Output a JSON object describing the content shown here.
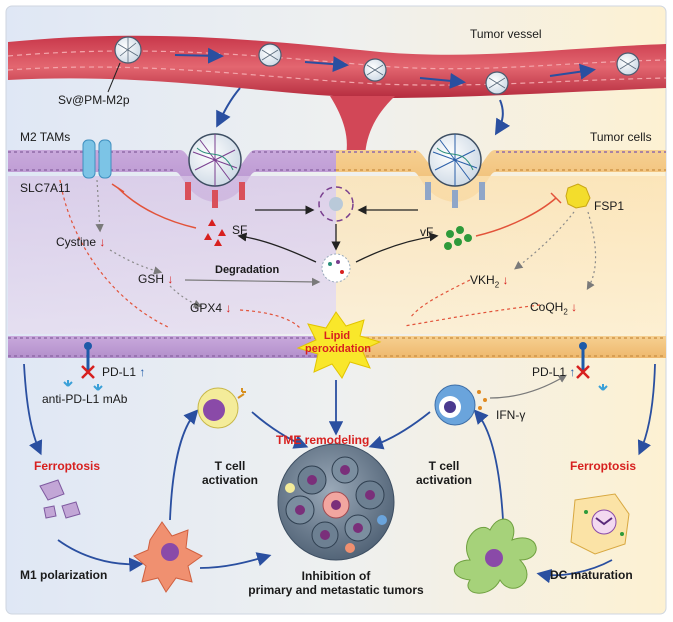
{
  "vessel": {
    "title": "Tumor vessel",
    "nanoparticle": "Sv@PM-M2p"
  },
  "left": {
    "region": "M2 TAMs",
    "transporter": "SLC7A11",
    "cystine": "Cystine",
    "gsh": "GSH",
    "gpx4": "GPX4",
    "sf": "SF",
    "pdl1": "PD-L1",
    "antibody": "anti-PD-L1 mAb",
    "ferroptosis": "Ferroptosis",
    "tcell_line1": "T cell",
    "tcell_line2": "activation",
    "m1": "M1 polarization"
  },
  "right": {
    "region": "Tumor cells",
    "fsp1": "FSP1",
    "vf": "vF",
    "vkh2": "VKH",
    "vkh2_sub": "2",
    "coqh2": "CoQH",
    "coqh2_sub": "2",
    "pdl1": "PD-L1",
    "ifn": "IFN-γ",
    "ferroptosis": "Ferroptosis",
    "tcell_line1": "T cell",
    "tcell_line2": "activation",
    "dc": "DC maturation"
  },
  "center": {
    "degradation": "Degradation",
    "lipid_line1": "Lipid",
    "lipid_line2": "peroxidation",
    "tme": "TME remodeling",
    "inhibition_line1": "Inhibition of",
    "inhibition_line2": "primary and metastatic tumors"
  },
  "colors": {
    "vessel": "#d9505a",
    "membrane_left": "#b99ad0",
    "membrane_right": "#f2c07a",
    "accent_red": "#d7201f",
    "arrow_blue": "#2a4fa0",
    "bg_left": "#e4eaf6",
    "bg_right": "#fdf3d8"
  }
}
